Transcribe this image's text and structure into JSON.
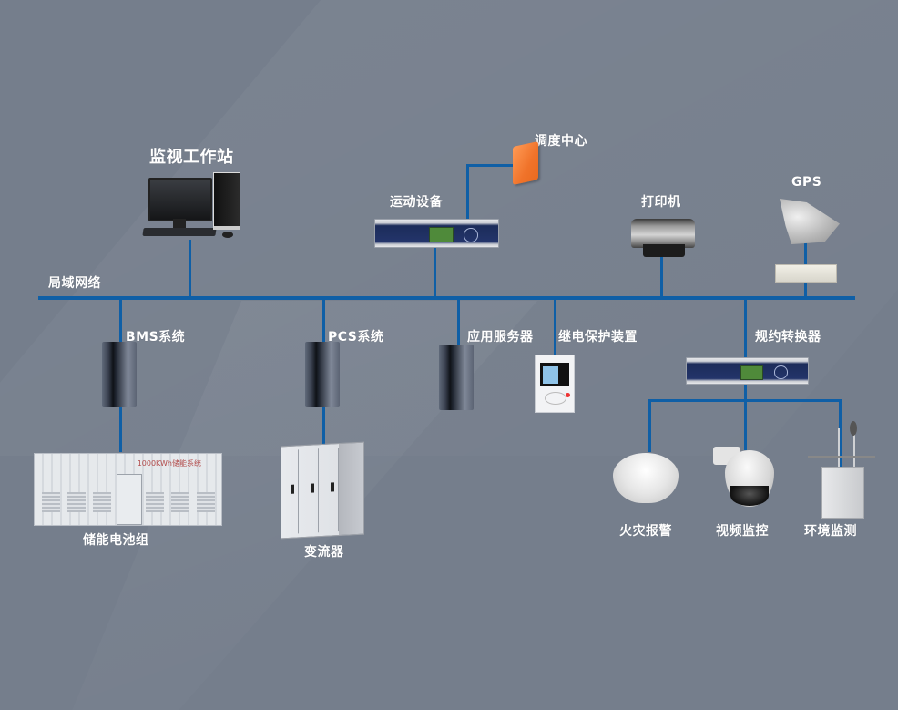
{
  "diagram": {
    "title": "储能电站监控系统网络拓扑",
    "network": {
      "label": "局域网络"
    },
    "wire_color": "#0f5fa6",
    "background_color": "#757e8c",
    "nodes": {
      "workstation": {
        "label": "监视工作站"
      },
      "dispatch_center": {
        "label": "调度中心"
      },
      "telecontrol": {
        "label": "运动设备"
      },
      "printer": {
        "label": "打印机"
      },
      "gps": {
        "label": "GPS"
      },
      "bms": {
        "label": "BMS系统"
      },
      "pcs": {
        "label": "PCS系统"
      },
      "app_server": {
        "label": "应用服务器"
      },
      "relay_protection": {
        "label": "继电保护装置"
      },
      "protocol_converter": {
        "label": "规约转换器"
      },
      "battery": {
        "label": "储能电池组",
        "brand_text": "1000KWh储能系统"
      },
      "converter": {
        "label": "变流器"
      },
      "fire_alarm": {
        "label": "火灾报警"
      },
      "video": {
        "label": "视频监控"
      },
      "environment": {
        "label": "环境监测"
      }
    },
    "edges": [
      [
        "workstation",
        "network"
      ],
      [
        "telecontrol",
        "network"
      ],
      [
        "telecontrol",
        "dispatch_center"
      ],
      [
        "printer",
        "network"
      ],
      [
        "gps",
        "network"
      ],
      [
        "bms",
        "network"
      ],
      [
        "pcs",
        "network"
      ],
      [
        "app_server",
        "network"
      ],
      [
        "relay_protection",
        "network"
      ],
      [
        "protocol_converter",
        "network"
      ],
      [
        "bms",
        "battery"
      ],
      [
        "pcs",
        "converter"
      ],
      [
        "protocol_converter",
        "fire_alarm"
      ],
      [
        "protocol_converter",
        "video"
      ],
      [
        "protocol_converter",
        "environment"
      ]
    ]
  }
}
